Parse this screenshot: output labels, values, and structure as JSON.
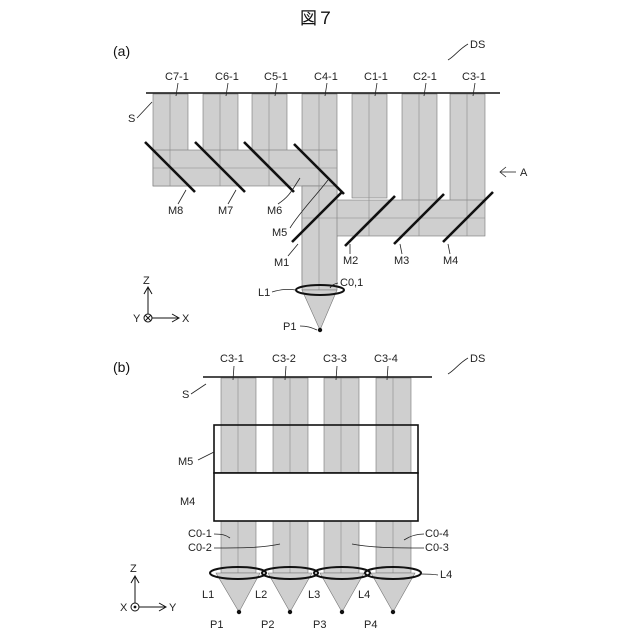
{
  "figure": {
    "title": "図７"
  },
  "panel_a": {
    "label": "(a)",
    "ds": "DS",
    "s": "S",
    "a": "A",
    "channels": [
      "C7-1",
      "C6-1",
      "C5-1",
      "C4-1",
      "C1-1",
      "C2-1",
      "C3-1"
    ],
    "mirrors_left": [
      "M8",
      "M7",
      "M6",
      "M5"
    ],
    "mirrors_right": [
      "M1",
      "M2",
      "M3",
      "M4"
    ],
    "beam": "C0,1",
    "lens": "L1",
    "point": "P1",
    "axes": {
      "z": "Z",
      "x": "X",
      "y": "Y"
    }
  },
  "panel_b": {
    "label": "(b)",
    "ds": "DS",
    "s": "S",
    "channels": [
      "C3-1",
      "C3-2",
      "C3-3",
      "C3-4"
    ],
    "m5": "M5",
    "m4": "M4",
    "beams_left": [
      "C0-1",
      "C0-2"
    ],
    "beams_right": [
      "C0-4",
      "C0-3"
    ],
    "lenses": [
      "L1",
      "L2",
      "L3",
      "L4"
    ],
    "lens_right": "L4",
    "points": [
      "P1",
      "P2",
      "P3",
      "P4"
    ],
    "axes": {
      "z": "Z",
      "x": "X",
      "y": "Y"
    }
  }
}
